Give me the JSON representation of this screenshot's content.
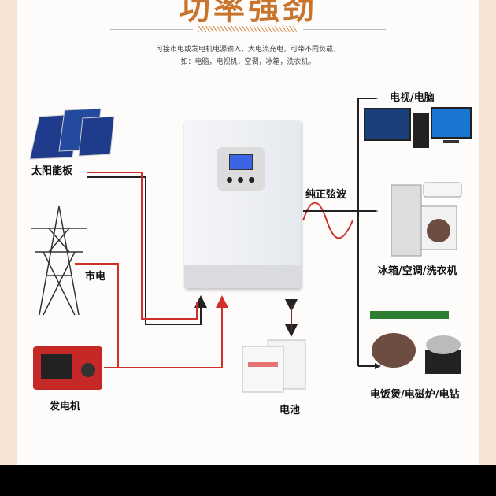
{
  "header": {
    "title": "功率强劲",
    "description_line1": "可接市电或发电机电源输入，大电流充电，可带不同负载，",
    "description_line2": "如：电脑，电视机，空调，冰箱，洗衣机。"
  },
  "inputs": {
    "solar": "太阳能板",
    "grid": "市电",
    "generator": "发电机"
  },
  "storage": {
    "battery": "电池"
  },
  "output": {
    "waveform": "纯正弦波"
  },
  "loads": [
    {
      "label": "电视/电脑"
    },
    {
      "label": "冰箱/空调/洗衣机"
    },
    {
      "label": "电饭煲/电磁炉/电钻"
    }
  ],
  "colors": {
    "accent": "#c8742c",
    "red_line": "#d0302a",
    "line": "#222222"
  }
}
